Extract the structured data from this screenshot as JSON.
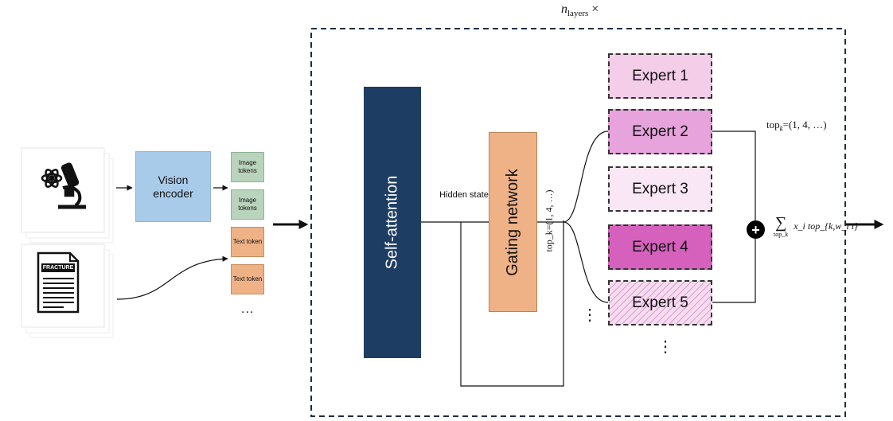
{
  "layers_label": {
    "main": "n",
    "sub": "layers",
    "suffix": " ×"
  },
  "vision_encoder": "Vision encoder",
  "tokens": {
    "image_token": "Image tokens",
    "text_token": "Text token",
    "ellipsis": "..."
  },
  "document_icon_text": "FRACTURE",
  "self_attention": "Self-attention",
  "hidden_state": "Hidden state",
  "gating_network": "Gating network",
  "experts": [
    "Expert 1",
    "Expert 2",
    "Expert 3",
    "Expert 4",
    "Expert 5"
  ],
  "expert_colors": [
    "#f4cde9",
    "#e6a3dc",
    "#f9e7f5",
    "#d561bd",
    "#f7dcf0"
  ],
  "topk_vertical": "top_k=(1, 4, …)",
  "topk_right": {
    "main": "top",
    "sub": "k",
    "rest": "=(1, 4, …)"
  },
  "sum_formula": {
    "symbol": "∑",
    "under": "top_k",
    "term": "x_i top_{k,w_i i}"
  },
  "plus": "+",
  "vertical_dots": "⋮",
  "colors": {
    "self_attention": "#1d3d63",
    "gating": "#efb287",
    "vision_encoder": "#a9cbea",
    "image_token": "#b9d3bd",
    "text_token": "#efb287"
  }
}
